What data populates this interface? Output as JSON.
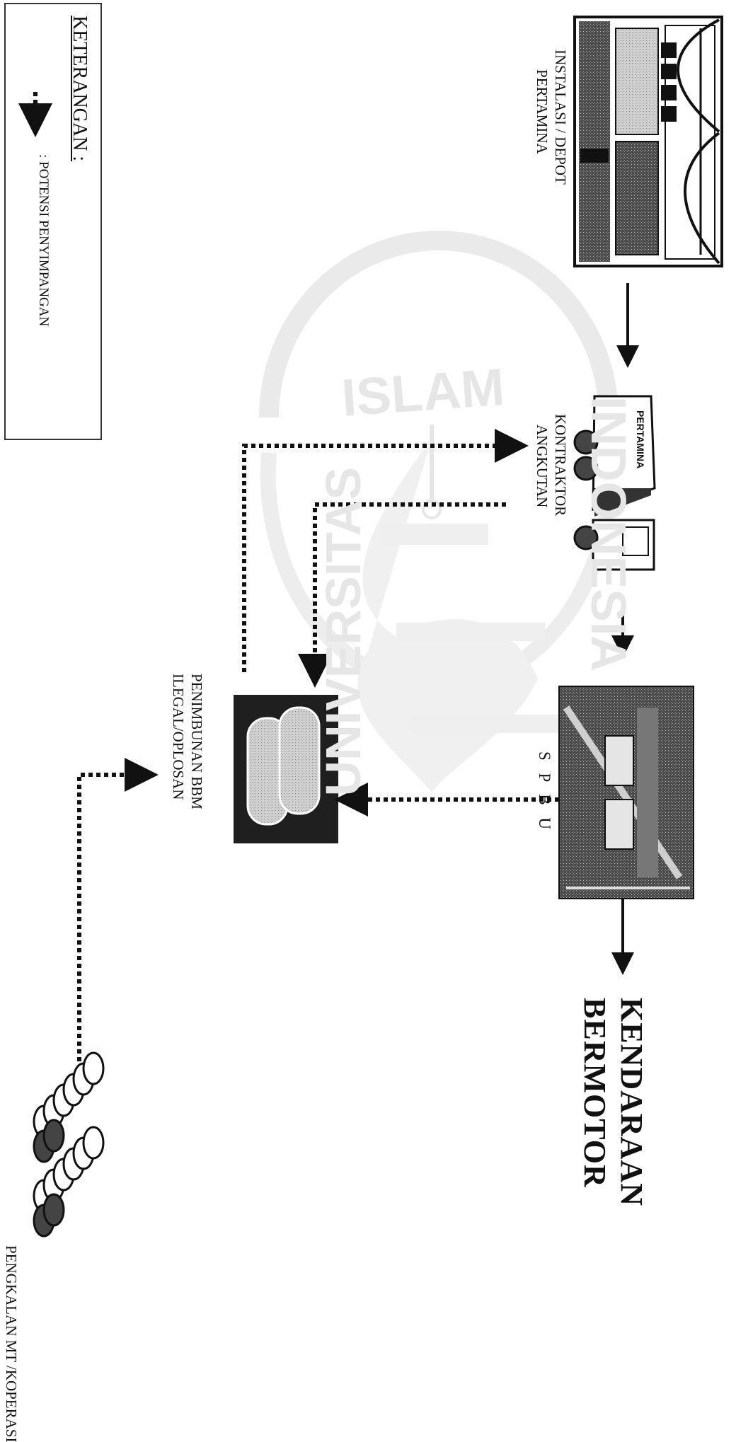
{
  "nodes": {
    "depot": {
      "label_line1": "INSTALASI / DEPOT",
      "label_line2": "PERTAMINA"
    },
    "contractor": {
      "label_line1": "KONTRAKTOR",
      "label_line2": "ANGKUTAN",
      "truck_text": "PERTAMINA"
    },
    "spbu": {
      "label": "S P B U"
    },
    "vehicles": {
      "label_line1": "KENDARAAN",
      "label_line2": "BERMOTOR"
    },
    "hoarding": {
      "label_line1": "PENIMBUNAN BBM",
      "label_line2": "ILEGAL/OPLOSAN"
    },
    "base": {
      "label": "PENGKALAN MT /KOPERASI"
    }
  },
  "watermark": {
    "text_top": "ISLAM",
    "text_left": "UNIVERSITAS",
    "text_right": "INDONESIA"
  },
  "legend": {
    "title": "KETERANGAN :",
    "item": ": POTENSI PENYIMPANGAN"
  },
  "colors": {
    "ink": "#111111",
    "watermark": "#e6e6e6"
  }
}
